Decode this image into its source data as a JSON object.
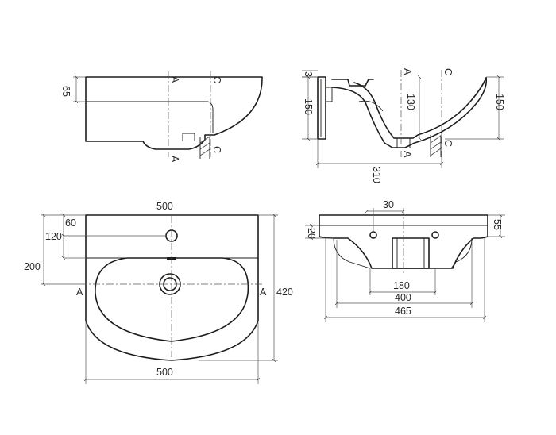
{
  "colors": {
    "line": "#1d1d1b",
    "dimension": "#555555",
    "background": "#ffffff"
  },
  "top_left_view": {
    "dim_height": "65",
    "section_a_top": "A",
    "section_a_bottom": "A",
    "section_c_top": "C",
    "section_c_bottom": "C"
  },
  "top_right_view": {
    "dim_3": "3",
    "dim_150_left": "150",
    "dim_130": "130",
    "dim_150_right": "150",
    "dim_310": "310",
    "section_a_top": "A",
    "section_a_bottom": "A",
    "section_c_top": "C",
    "section_c_bottom": "C"
  },
  "plan_view": {
    "dim_width_top": "500",
    "dim_60": "60",
    "dim_120": "120",
    "dim_200": "200",
    "dim_420": "420",
    "dim_width_bottom": "500",
    "section_a_left": "A",
    "section_a_right": "A"
  },
  "front_view": {
    "dim_30": "30",
    "dim_20": "20",
    "dim_55": "55",
    "dim_180": "180",
    "dim_400": "400",
    "dim_465": "465"
  }
}
